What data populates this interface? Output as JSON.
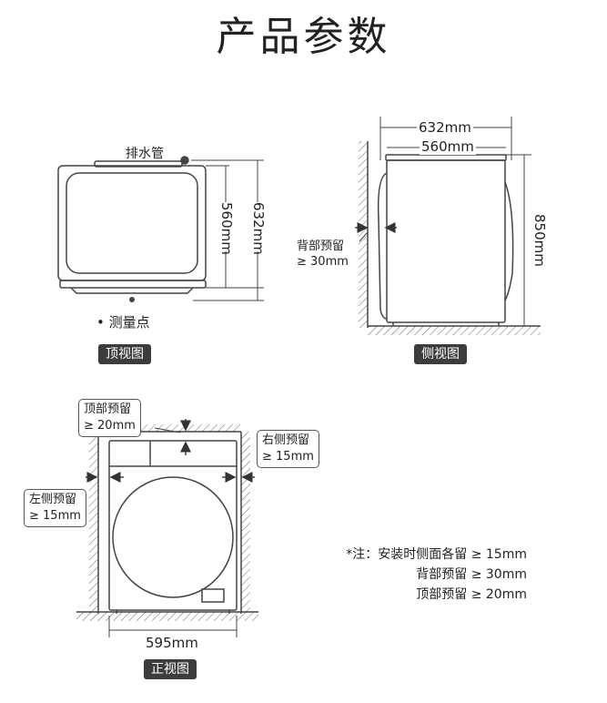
{
  "title": "产品参数",
  "top_view": {
    "drain_label": "排水管",
    "dim_inner": "560mm",
    "dim_outer": "632mm",
    "measure_point": "• 测量点",
    "tag": "顶视图"
  },
  "side_view": {
    "dim_width_outer": "632mm",
    "dim_width_inner": "560mm",
    "dim_height": "850mm",
    "back_clearance_line1": "背部预留",
    "back_clearance_line2": "≥ 30mm",
    "tag": "侧视图"
  },
  "front_view": {
    "top_clearance_line1": "顶部预留",
    "top_clearance_line2": "≥ 20mm",
    "right_clearance_line1": "右侧预留",
    "right_clearance_line2": "≥ 15mm",
    "left_clearance_line1": "左侧预留",
    "left_clearance_line2": "≥ 15mm",
    "dim_width": "595mm",
    "tag": "正视图"
  },
  "notes": [
    "*注：安装时侧面各留 ≥ 15mm",
    "背部预留 ≥ 30mm",
    "顶部预留 ≥ 20mm"
  ],
  "colors": {
    "line": "#444444",
    "tag_bg": "#3c3c3c",
    "tag_text": "#ffffff"
  }
}
